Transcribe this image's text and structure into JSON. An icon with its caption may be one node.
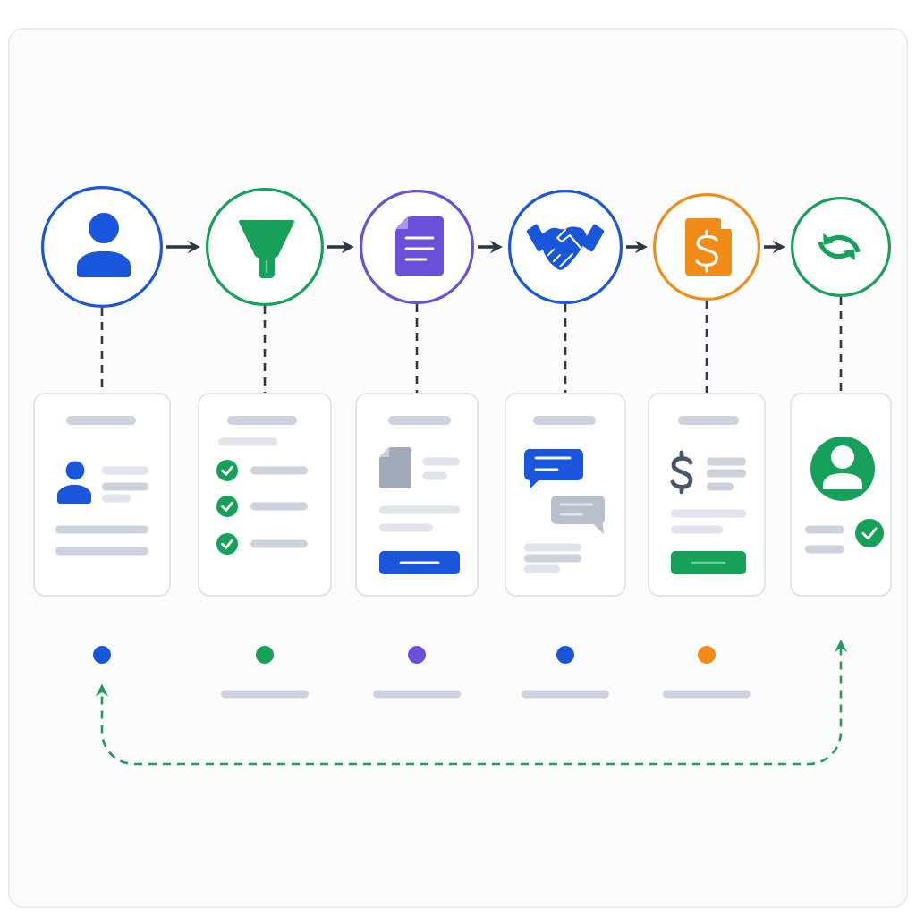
{
  "diagram": {
    "nodes": [
      {
        "text": [],
        "shape": "circle"
      },
      {
        "text": [],
        "shape": "circle"
      },
      {
        "text": [],
        "shape": "circle"
      },
      {
        "text": [],
        "shape": "circle"
      },
      {
        "text": [],
        "shape": "circle"
      },
      {
        "text": [],
        "shape": "circle"
      },
      {
        "text": [],
        "shape": "box"
      },
      {
        "text": [],
        "shape": "box"
      },
      {
        "text": [],
        "shape": "box"
      },
      {
        "text": [],
        "shape": "box"
      },
      {
        "text": [],
        "shape": "box"
      },
      {
        "text": [],
        "shape": "box"
      },
      {
        "text": [],
        "shape": "circle"
      },
      {
        "text": [],
        "shape": "circle"
      },
      {
        "text": [],
        "shape": "circle"
      },
      {
        "text": [],
        "shape": "circle"
      },
      {
        "text": [],
        "shape": "circle"
      }
    ],
    "edges": [
      {
        "from": 0,
        "to": 1,
        "arrow": "to"
      },
      {
        "from": 1,
        "to": 2,
        "arrow": "to"
      },
      {
        "from": 2,
        "to": 3,
        "arrow": "to"
      },
      {
        "from": 3,
        "to": 4,
        "arrow": "to"
      },
      {
        "from": 4,
        "to": 5,
        "arrow": "to"
      },
      {
        "from": 0,
        "to": 6,
        "arrow": "none",
        "style": "dashed"
      },
      {
        "from": 1,
        "to": 7,
        "arrow": "none",
        "style": "dashed"
      },
      {
        "from": 2,
        "to": 8,
        "arrow": "none",
        "style": "dashed"
      },
      {
        "from": 3,
        "to": 9,
        "arrow": "none",
        "style": "dashed"
      },
      {
        "from": 4,
        "to": 10,
        "arrow": "none",
        "style": "dashed"
      },
      {
        "from": 5,
        "to": 11,
        "arrow": "none",
        "style": "dashed"
      },
      {
        "from": 11,
        "to": 12,
        "arrow": "both",
        "style": "dashed",
        "color": "#1e9e5a"
      }
    ]
  }
}
